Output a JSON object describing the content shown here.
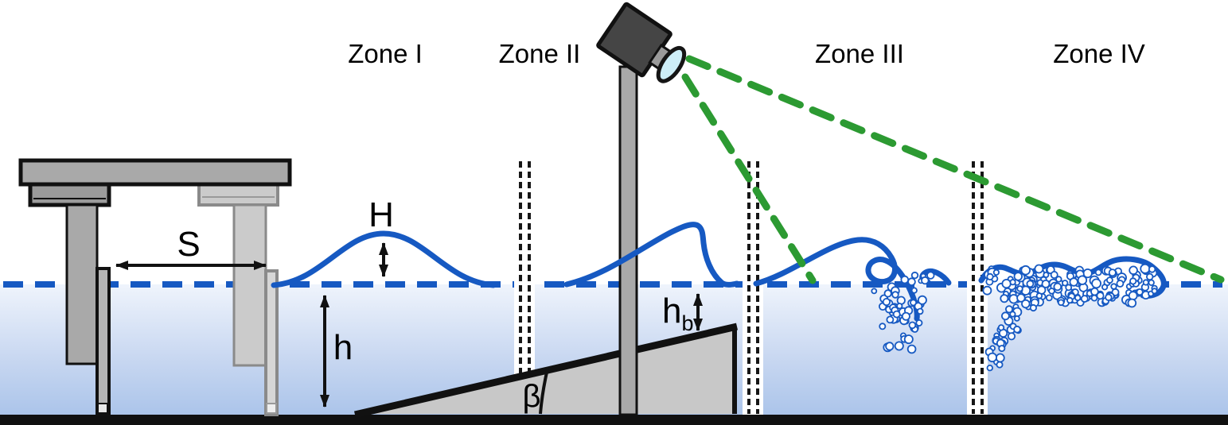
{
  "diagram": {
    "title": "wave-flume-zones-schematic",
    "zone_labels": [
      "Zone I",
      "Zone II",
      "Zone III",
      "Zone IV"
    ],
    "labels": {
      "paddle_stroke": "S",
      "wave_height": "H",
      "water_depth": "h",
      "breaker_depth_base": "h",
      "breaker_depth_sub": "b",
      "beach_slope_angle": "β"
    },
    "colors": {
      "wave_blue": "#1659c2",
      "camera_ray_green": "#2c9a32",
      "water_surface_tint": "#eff4fc",
      "water_deep_tint": "#abc4ea",
      "structure_gray": "#a9a9a9",
      "ghost_structure_gray": "#cbcbcb",
      "slope_gray": "#c8c8c8",
      "camera_body_gray": "#454545",
      "lens_cyan": "#cdeef7",
      "outline_black": "#111111"
    }
  }
}
